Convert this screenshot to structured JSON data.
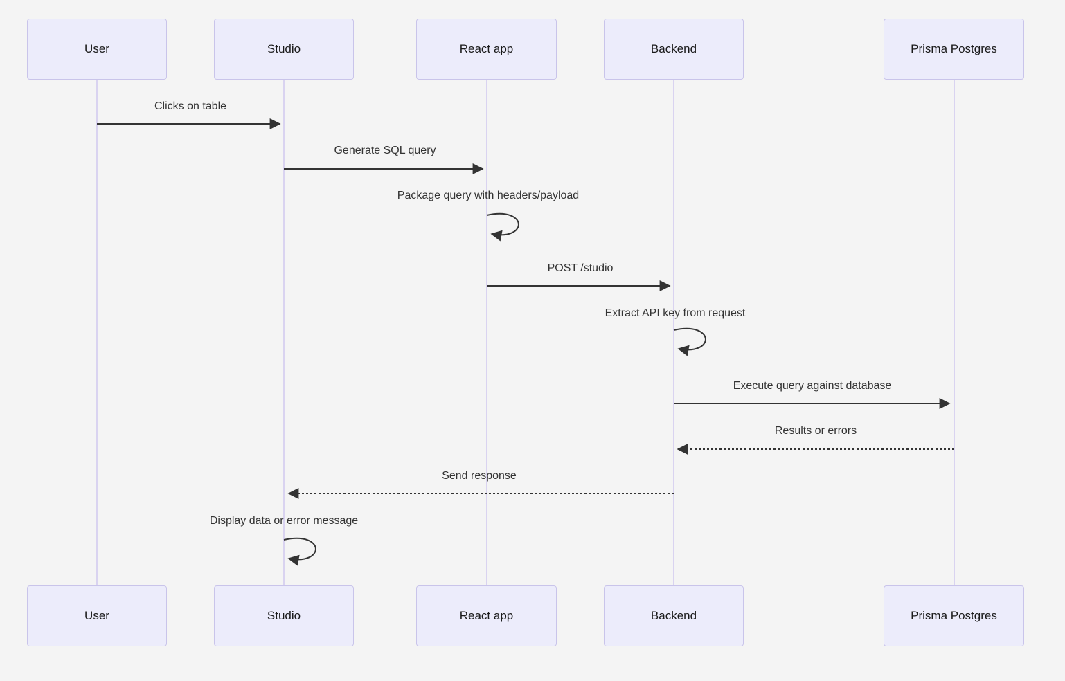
{
  "diagram": {
    "type": "sequence-diagram",
    "background_color": "#f4f4f4",
    "colors": {
      "actor_fill": "#ececfb",
      "actor_border": "#c9c4ea",
      "lifeline": "#d9d3f0",
      "arrow": "#333333",
      "text": "#333333"
    },
    "actors": [
      {
        "label": "User"
      },
      {
        "label": "Studio"
      },
      {
        "label": "React app"
      },
      {
        "label": "Backend"
      },
      {
        "label": "Prisma Postgres"
      }
    ],
    "messages": [
      {
        "from": "User",
        "to": "Studio",
        "label": "Clicks on table",
        "style": "solid"
      },
      {
        "from": "Studio",
        "to": "React app",
        "label": "Generate SQL query",
        "style": "solid"
      },
      {
        "from": "React app",
        "to": "React app",
        "label": "Package query with headers/payload",
        "style": "self-loop"
      },
      {
        "from": "React app",
        "to": "Backend",
        "label": "POST /studio",
        "style": "solid"
      },
      {
        "from": "Backend",
        "to": "Backend",
        "label": "Extract API key from request",
        "style": "self-loop"
      },
      {
        "from": "Backend",
        "to": "Prisma Postgres",
        "label": "Execute query against database",
        "style": "solid"
      },
      {
        "from": "Prisma Postgres",
        "to": "Backend",
        "label": "Results or errors",
        "style": "dashed"
      },
      {
        "from": "Backend",
        "to": "Studio",
        "label": "Send response",
        "style": "dashed"
      },
      {
        "from": "Studio",
        "to": "Studio",
        "label": "Display data or error message",
        "style": "self-loop"
      }
    ]
  }
}
